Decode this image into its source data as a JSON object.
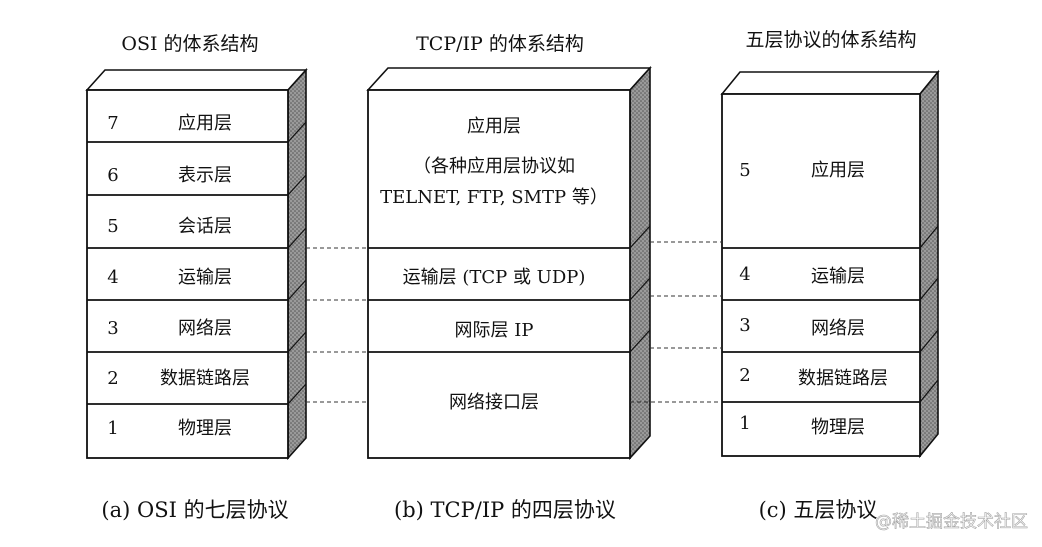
{
  "titles": {
    "osi": "OSI 的体系结构",
    "tcpip": "TCP/IP 的体系结构",
    "five": "五层协议的体系结构"
  },
  "osi_layers": [
    {
      "num": "7",
      "name": "应用层"
    },
    {
      "num": "6",
      "name": "表示层"
    },
    {
      "num": "5",
      "name": "会话层"
    },
    {
      "num": "4",
      "name": "运输层"
    },
    {
      "num": "3",
      "name": "网络层"
    },
    {
      "num": "2",
      "name": "数据链路层"
    },
    {
      "num": "1",
      "name": "物理层"
    }
  ],
  "tcpip_layers": {
    "application_title": "应用层",
    "application_line1": "（各种应用层协议如",
    "application_line2": "TELNET, FTP, SMTP 等）",
    "transport": "运输层 (TCP 或 UDP)",
    "internet": "网际层 IP",
    "network_interface": "网络接口层"
  },
  "five_layers": [
    {
      "num": "5",
      "name": "应用层"
    },
    {
      "num": "4",
      "name": "运输层"
    },
    {
      "num": "3",
      "name": "网络层"
    },
    {
      "num": "2",
      "name": "数据链路层"
    },
    {
      "num": "1",
      "name": "物理层"
    }
  ],
  "captions": {
    "a": "(a) OSI 的七层协议",
    "b": "(b) TCP/IP 的四层协议",
    "c": "(c)  五层协议"
  },
  "watermark": "@稀土掘金技术社区",
  "colors": {
    "line": "#111111",
    "side_shade": "#8a8a8a",
    "dash": "#333333"
  }
}
